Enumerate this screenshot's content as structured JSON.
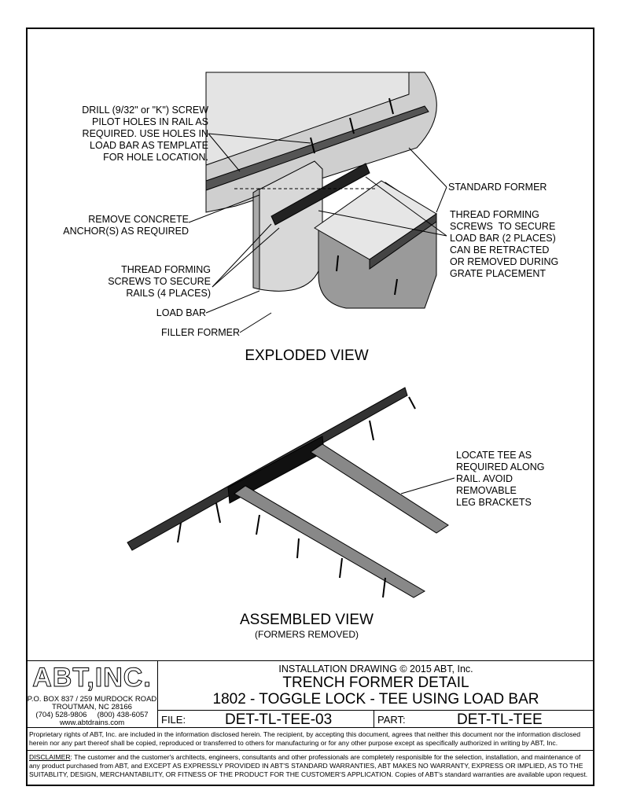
{
  "exploded": {
    "title": "EXPLODED VIEW",
    "labels": {
      "drill": "DRILL (9/32\" or \"K\") SCREW\nPILOT HOLES IN RAIL AS\nREQUIRED. USE HOLES IN\nLOAD BAR AS TEMPLATE\nFOR HOLE LOCATION.",
      "remove_anchor": "REMOVE CONCRETE\nANCHOR(S) AS REQUIRED",
      "thread_rails": "THREAD FORMING\nSCREWS TO SECURE\nRAILS (4 PLACES)",
      "load_bar": "LOAD BAR",
      "filler_former": "FILLER FORMER",
      "standard_former": "STANDARD FORMER",
      "thread_load_bar": "THREAD FORMING\nSCREWS  TO SECURE\nLOAD BAR (2 PLACES)\nCAN BE RETRACTED\nOR REMOVED DURING\nGRATE PLACEMENT"
    }
  },
  "assembled": {
    "title": "ASSEMBLED VIEW",
    "subtitle": "(FORMERS REMOVED)",
    "labels": {
      "locate_tee": "LOCATE TEE AS\nREQUIRED ALONG\nRAIL. AVOID\nREMOVABLE\nLEG BRACKETS"
    }
  },
  "title_block": {
    "logo_text": "ABT, INC.",
    "address1": "P.O. BOX 837 / 259 MURDOCK ROAD",
    "address2": "TROUTMAN, NC  28166",
    "phone": "(704) 528-9806     (800) 438-6057",
    "website": "www.abtdrains.com",
    "header": "INSTALLATION DRAWING  © 2015  ABT, Inc.",
    "title1": "TRENCH FORMER DETAIL",
    "title2": "1802 - TOGGLE LOCK - TEE USING LOAD BAR",
    "file_label": "FILE:",
    "file_value": "DET-TL-TEE-03",
    "part_label": "PART:",
    "part_value": "DET-TL-TEE",
    "proprietary": "Proprietary rights of ABT, Inc. are included in the information disclosed herein.  The recipient, by accepting this document, agrees that neither this document nor the information disclosed herein nor any part thereof shall be copied, reproduced or transferred to others for manufacturing or for any other purpose except as specifically authorized in writing by ABT, Inc.",
    "disclaimer_label": "DISCLAIMER",
    "disclaimer": ":  The customer and the customer's architects, engineers, consultants and other professionals are completely responisible for the selection, installation, and maintenance of any product purchased from ABT, and EXCEPT AS EXPRESSLY PROVIDED IN ABT'S STANDARD WARRANTIES, ABT MAKES NO WARRANTY, EXPRESS OR IMPLIED, AS TO THE SUITABLITY, DESIGN, MERCHANTABILITY, OR FITNESS OF THE PRODUCT FOR THE CUSTOMER'S APPLICATION.  Copies of ABT's standard warranties are available upon request."
  }
}
